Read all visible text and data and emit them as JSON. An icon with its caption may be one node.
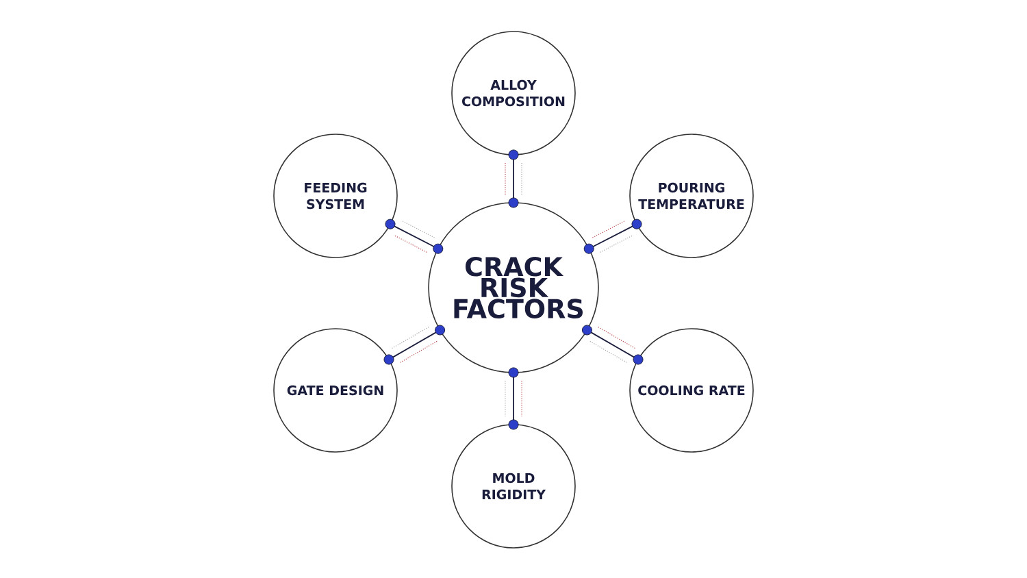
{
  "diagram": {
    "nodes": [
      {
        "text": [
          "CRACK RISK FACTORS"
        ]
      },
      {
        "text": [
          "ALLOY COMPOSITION"
        ]
      },
      {
        "text": [
          "POURING TEMPERATURE"
        ]
      },
      {
        "text": [
          "COOLING RATE"
        ]
      },
      {
        "text": [
          "MOLD RIGIDITY"
        ]
      },
      {
        "text": [
          "GATE DESIGN"
        ]
      },
      {
        "text": [
          "FEEDING SYSTEM"
        ]
      }
    ],
    "edges": [
      {
        "from": 0,
        "to": 1,
        "arrow": "other"
      },
      {
        "from": 0,
        "to": 2,
        "arrow": "other"
      },
      {
        "from": 0,
        "to": 3,
        "arrow": "other"
      },
      {
        "from": 0,
        "to": 4,
        "arrow": "other"
      },
      {
        "from": 0,
        "to": 5,
        "arrow": "other"
      },
      {
        "from": 0,
        "to": 6,
        "arrow": "other"
      }
    ]
  }
}
